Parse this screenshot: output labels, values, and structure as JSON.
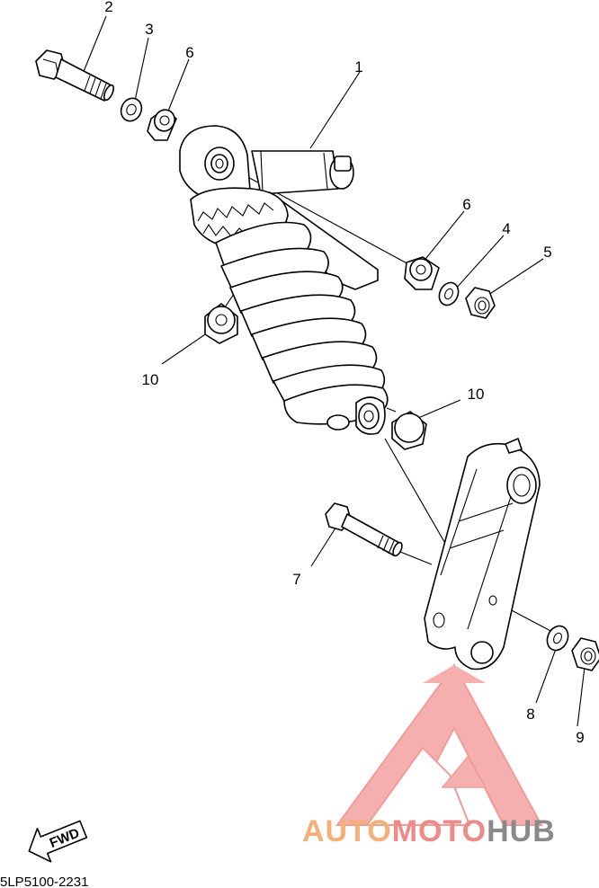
{
  "callouts": {
    "c1": "1",
    "c2": "2",
    "c3": "3",
    "c4": "4",
    "c5": "5",
    "c6a": "6",
    "c6b": "6",
    "c7": "7",
    "c8": "8",
    "c9": "9",
    "c10a": "10",
    "c10b": "10"
  },
  "direction_label": "FWD",
  "diagram_code": "5LP5100-2231",
  "watermark": {
    "part1": "AUTO",
    "part2": "MOTO",
    "part3": "HUB",
    "colors": {
      "auto": "#f5b07a",
      "moto": "#ee8a88",
      "hub": "#8a8a8a",
      "logo": "#f08a88"
    }
  }
}
